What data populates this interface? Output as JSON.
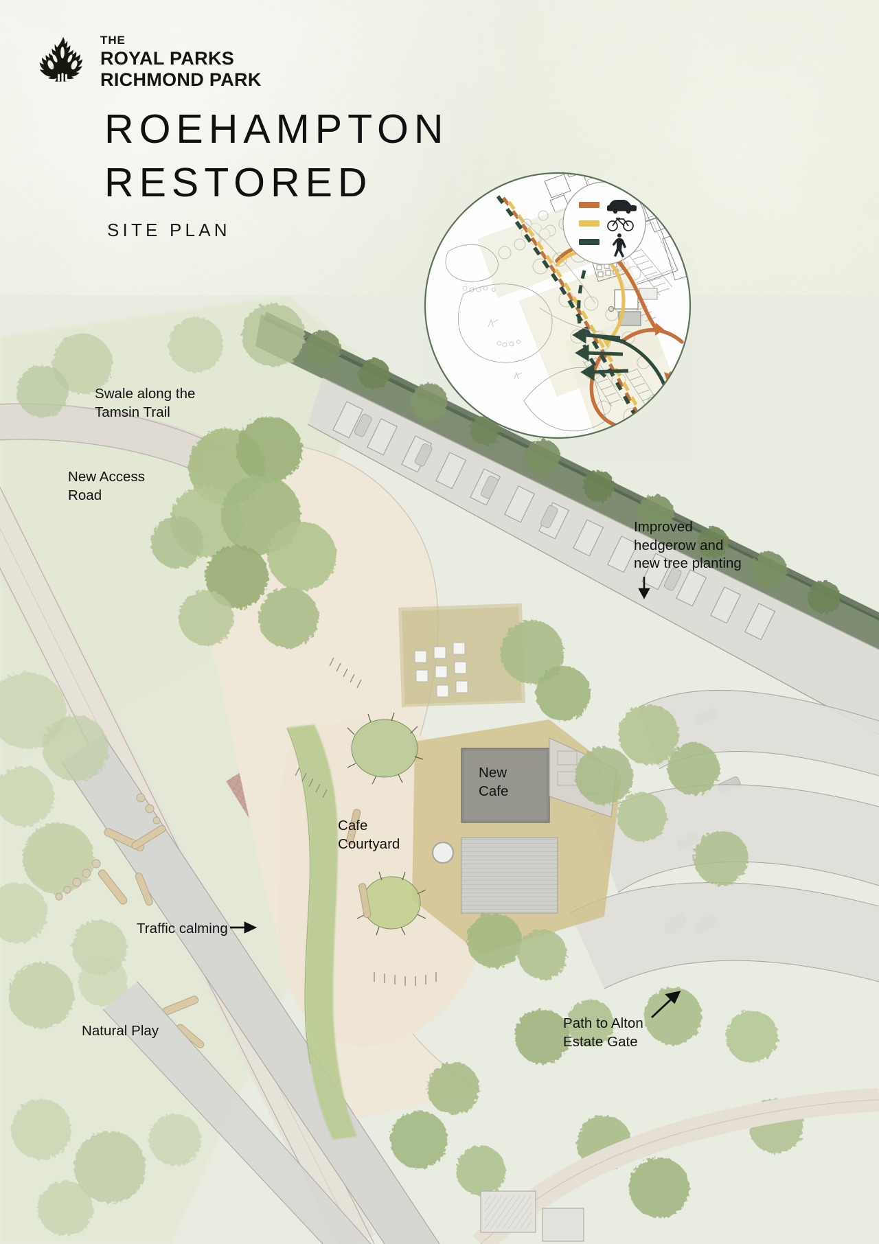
{
  "brand": {
    "logo_icon": "royal-parks-crown-icon",
    "line_the": "THE",
    "line_1": "ROYAL PARKS",
    "line_2": "RICHMOND PARK"
  },
  "title": {
    "line_1": "ROEHAMPTON",
    "line_2": "RESTORED",
    "subtitle": "SITE PLAN"
  },
  "inset_map": {
    "name": "location-context-plan",
    "legend": {
      "items": [
        {
          "label_icon": "car-icon",
          "route": "vehicle route",
          "color": "#c4703a",
          "style": "dashed"
        },
        {
          "label_icon": "bicycle-icon",
          "route": "cycle route",
          "color": "#e8c156",
          "style": "dashed"
        },
        {
          "label_icon": "pedestrian-icon",
          "route": "pedestrian route",
          "color": "#2c4a3b",
          "style": "dashed"
        }
      ]
    },
    "border_color": "#5a7258"
  },
  "annotations": [
    {
      "id": "swale",
      "text": "Swale along the\nTamsin Trail",
      "arrow": "none"
    },
    {
      "id": "access-road",
      "text": "New Access\nRoad",
      "arrow": "none"
    },
    {
      "id": "hedgerow",
      "text": "Improved\nhedgerow and\nnew tree planting",
      "arrow": "down"
    },
    {
      "id": "cafe-courtyard",
      "text": "Cafe\nCourtyard",
      "arrow": "none"
    },
    {
      "id": "new-cafe",
      "text": "New\nCafe",
      "arrow": "none"
    },
    {
      "id": "traffic-calming",
      "text": "Traffic calming",
      "arrow": "right"
    },
    {
      "id": "natural-play",
      "text": "Natural Play",
      "arrow": "none"
    },
    {
      "id": "alton-path",
      "text": "Path to Alton\nEstate Gate",
      "arrow": "up-right"
    }
  ],
  "labels": {
    "swale": "Swale along the\nTamsin Trail",
    "access_road": "New Access\nRoad",
    "hedgerow": "Improved\nhedgerow and\nnew tree planting",
    "cafe_courtyard": "Cafe\nCourtyard",
    "new_cafe": "New\nCafe",
    "traffic_calming": "Traffic calming",
    "natural_play": "Natural Play",
    "alton_path": "Path to Alton\nEstate Gate"
  },
  "palette": {
    "paper": "#eef0e4",
    "ink": "#111111",
    "vehicle_route": "#c4703a",
    "cycle_route": "#e8c156",
    "pedestrian_route": "#2c4a3b",
    "hedge_green": "#5a7258",
    "path_sand": "#e7ded0",
    "tarmac": "#d9d9d6",
    "roof_grey": "#8c8c8a",
    "grass": "#c9d3ae"
  }
}
